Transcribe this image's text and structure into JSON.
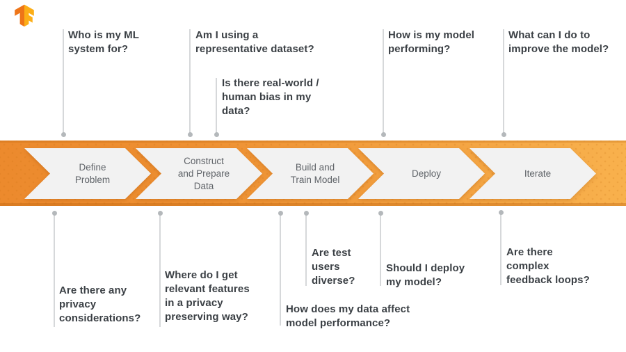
{
  "logo": {
    "icon": "tensorflow-icon",
    "color_dark": "#ee7518",
    "color_light": "#fcae17"
  },
  "stages": [
    {
      "label": "Define\nProblem"
    },
    {
      "label": "Construct\nand Prepare\nData"
    },
    {
      "label": "Build and\nTrain Model"
    },
    {
      "label": "Deploy"
    },
    {
      "label": "Iterate"
    }
  ],
  "questions": {
    "top": [
      {
        "text": "Who is my ML\nsystem for?"
      },
      {
        "text": "Am I using a\nrepresentative dataset?"
      },
      {
        "text": "Is there real-world /\nhuman bias in my\ndata?"
      },
      {
        "text": "How is my model\nperforming?"
      },
      {
        "text": "What can I do to\nimprove the model?"
      }
    ],
    "bottom": [
      {
        "text": "Are there any\nprivacy\nconsiderations?"
      },
      {
        "text": "Where do I get\nrelevant features\nin a privacy\npreserving way?"
      },
      {
        "text": "How does my data affect\nmodel performance?"
      },
      {
        "text": "Are test\nusers\ndiverse?"
      },
      {
        "text": "Should I deploy\nmy model?"
      },
      {
        "text": "Are there\ncomplex\nfeedback loops?"
      }
    ]
  },
  "colors": {
    "band_left": "#ec8a2d",
    "band_right": "#f8b14d",
    "arrow_fill": "#f2f2f2",
    "arrow_text": "#5f6368",
    "question_text": "#3b4045",
    "connector_line": "#d6d8da",
    "connector_dot": "#b4b8bb",
    "background": "#ffffff"
  }
}
